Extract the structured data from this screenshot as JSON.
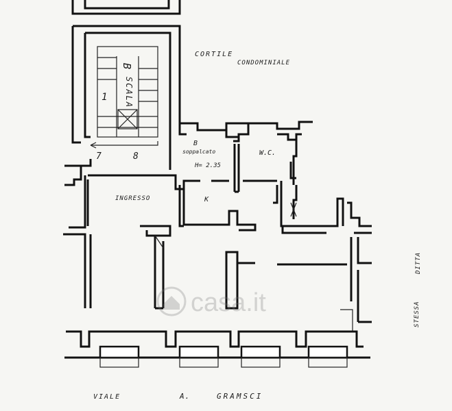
{
  "plan": {
    "labels": {
      "cortile": "CORTILE",
      "condominiale": "CONDOMINIALE",
      "scala": "SCALA",
      "scala_letter": "B",
      "soppalcato_letter": "B",
      "soppalcato": "soppalcato",
      "height": "H= 2.35",
      "wc": "W.C.",
      "ingresso": "INGRESSO",
      "k": "K",
      "step_7": "7",
      "step_8": "8",
      "stair_number": "1",
      "stessa": "STESSA",
      "ditta": "DITTA",
      "viale": "VIALE",
      "initial": "A.",
      "gramsci": "GRAMSCI"
    },
    "watermark": "casa.it"
  }
}
